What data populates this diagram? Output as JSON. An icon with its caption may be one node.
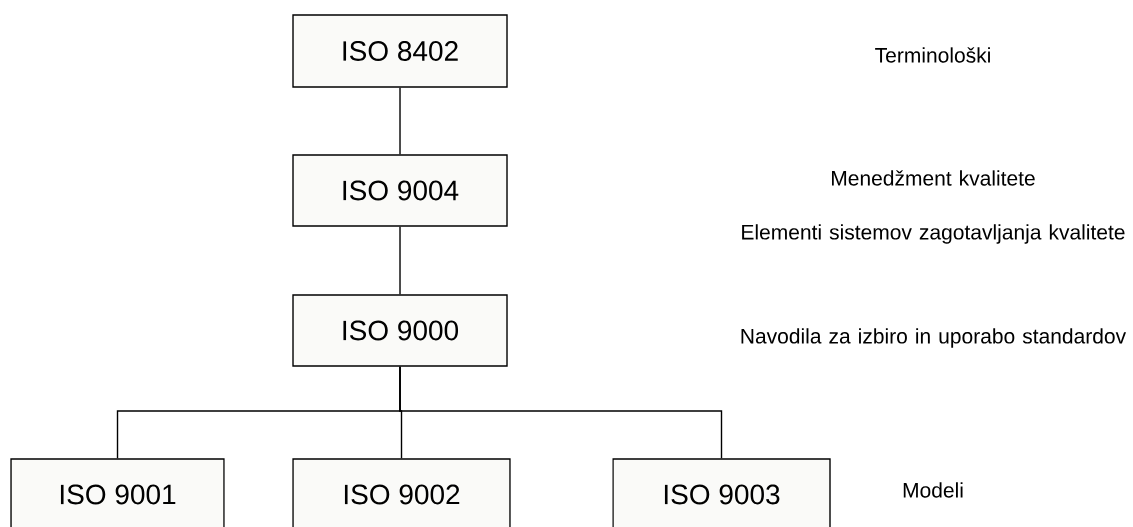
{
  "diagram": {
    "nodes": [
      {
        "text": [
          "ISO 8402"
        ]
      },
      {
        "text": [
          "ISO 9004"
        ]
      },
      {
        "text": [
          "ISO 9000"
        ]
      },
      {
        "text": [
          "ISO 9001"
        ]
      },
      {
        "text": [
          "ISO 9002"
        ]
      },
      {
        "text": [
          "ISO 9003"
        ]
      }
    ],
    "edges": [
      {
        "from": 0,
        "to": 1,
        "arrow": "none"
      },
      {
        "from": 1,
        "to": 2,
        "arrow": "none"
      },
      {
        "from": 2,
        "to": 3,
        "arrow": "none"
      },
      {
        "from": 2,
        "to": 4,
        "arrow": "none"
      },
      {
        "from": 2,
        "to": 5,
        "arrow": "none"
      }
    ],
    "labels": [
      "Terminološki",
      "Menedžment kvalitete",
      "Elementi sistemov zagotavljanja kvalitete",
      "Navodila za izbiro in uporabo standardov",
      "Modeli"
    ]
  }
}
